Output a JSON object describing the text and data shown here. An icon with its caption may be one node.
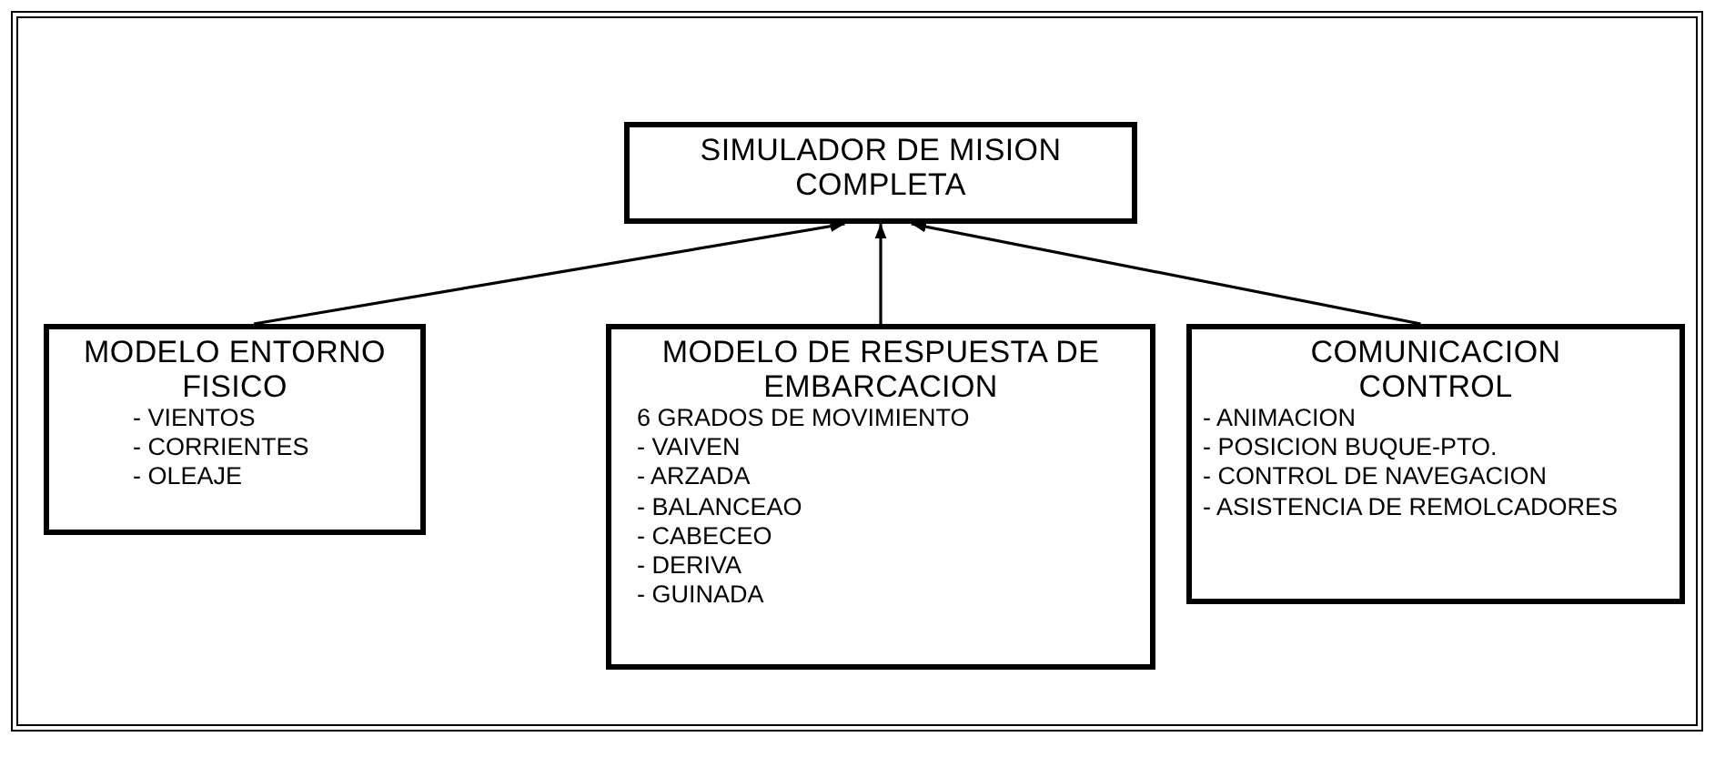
{
  "diagram": {
    "nodes": [
      {
        "text": [
          "SIMULADOR DE MISION COMPLETA"
        ]
      },
      {
        "text": [
          "MODELO ENTORNO FISICO",
          "- VIENTOS",
          "- CORRIENTES",
          "- OLEAJE"
        ]
      },
      {
        "text": [
          "MODELO DE RESPUESTA DE EMBARCACION",
          "6 GRADOS DE MOVIMIENTO",
          "- VAIVEN",
          "- ARZADA",
          "- BALANCEAO",
          "- CABECEO",
          "- DERIVA",
          "- GUINADA"
        ]
      },
      {
        "text": [
          "COMUNICACION CONTROL",
          "- ANIMACION",
          "- POSICION BUQUE-PTO.",
          "- CONTROL DE NAVEGACION",
          "- ASISTENCIA DE REMOLCADORES"
        ]
      }
    ],
    "edges": [
      {
        "from": 1,
        "to": 0,
        "arrow": "to"
      },
      {
        "from": 2,
        "to": 0,
        "arrow": "to"
      },
      {
        "from": 3,
        "to": 0,
        "arrow": "to"
      }
    ]
  }
}
